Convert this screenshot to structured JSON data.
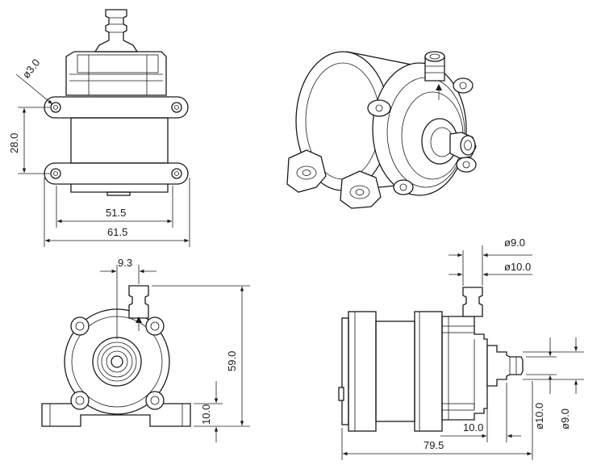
{
  "dimensions": {
    "hole_dia": "ø3.0",
    "hole_spacing": "28.0",
    "body_width": "51.5",
    "flange_width": "61.5",
    "offset": "9.3",
    "total_height": "59.0",
    "base_height": "10.0",
    "inlet_outer_dia": "ø9.0",
    "outlet_inner_dia": "ø10.0",
    "outlet_length": "10.0",
    "total_length": "79.5",
    "inlet_dia_a": "ø10.0",
    "inlet_dia_b": "ø9.0"
  }
}
